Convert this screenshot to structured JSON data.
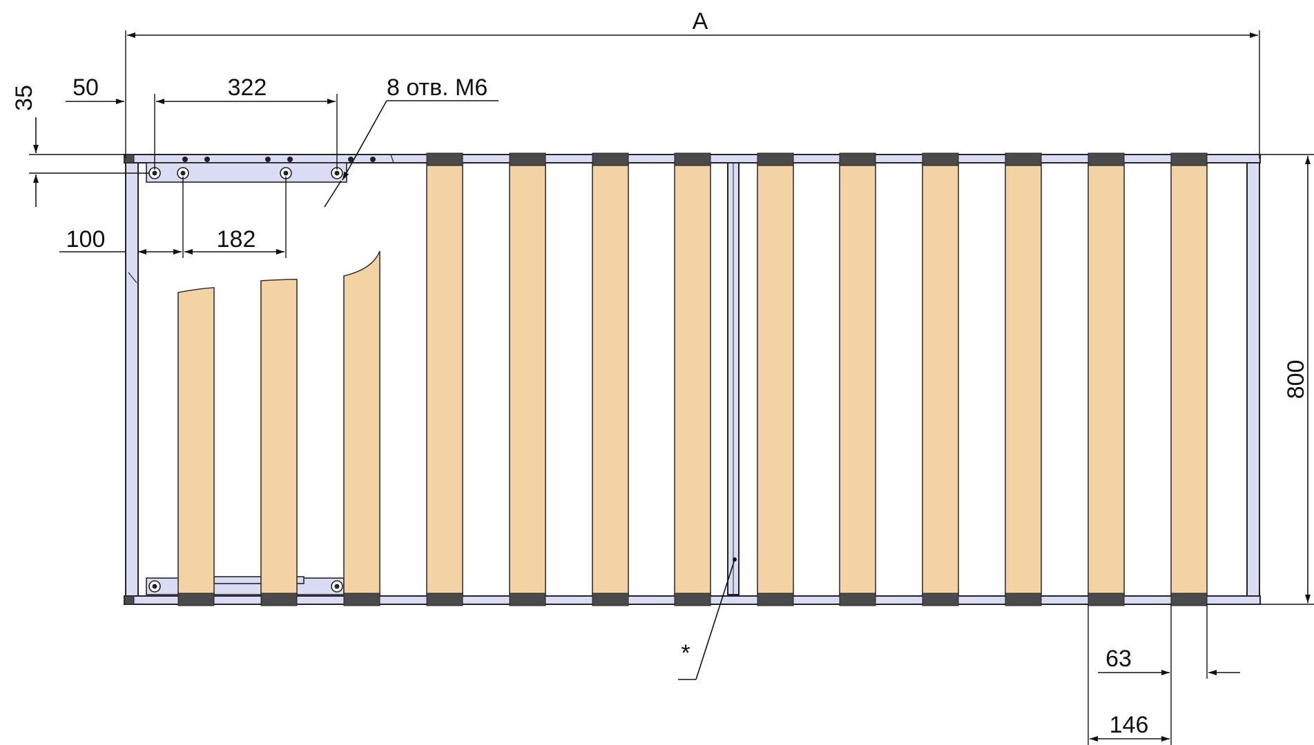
{
  "dimensions": {
    "overall_length": "A",
    "top_offset": "35",
    "edge_offset": "50",
    "hole_spacing_long": "322",
    "holes_note": "8 отв. М6",
    "edge_offset_lower": "100",
    "hole_spacing_short": "182",
    "frame_width": "800",
    "slat_width": "63",
    "slat_pitch": "146",
    "center_support_mark": "*"
  },
  "colors": {
    "rail": "#d9dcf2",
    "slat": "#f3d3a3",
    "holder": "#4a4a4a",
    "line": "#111111"
  }
}
